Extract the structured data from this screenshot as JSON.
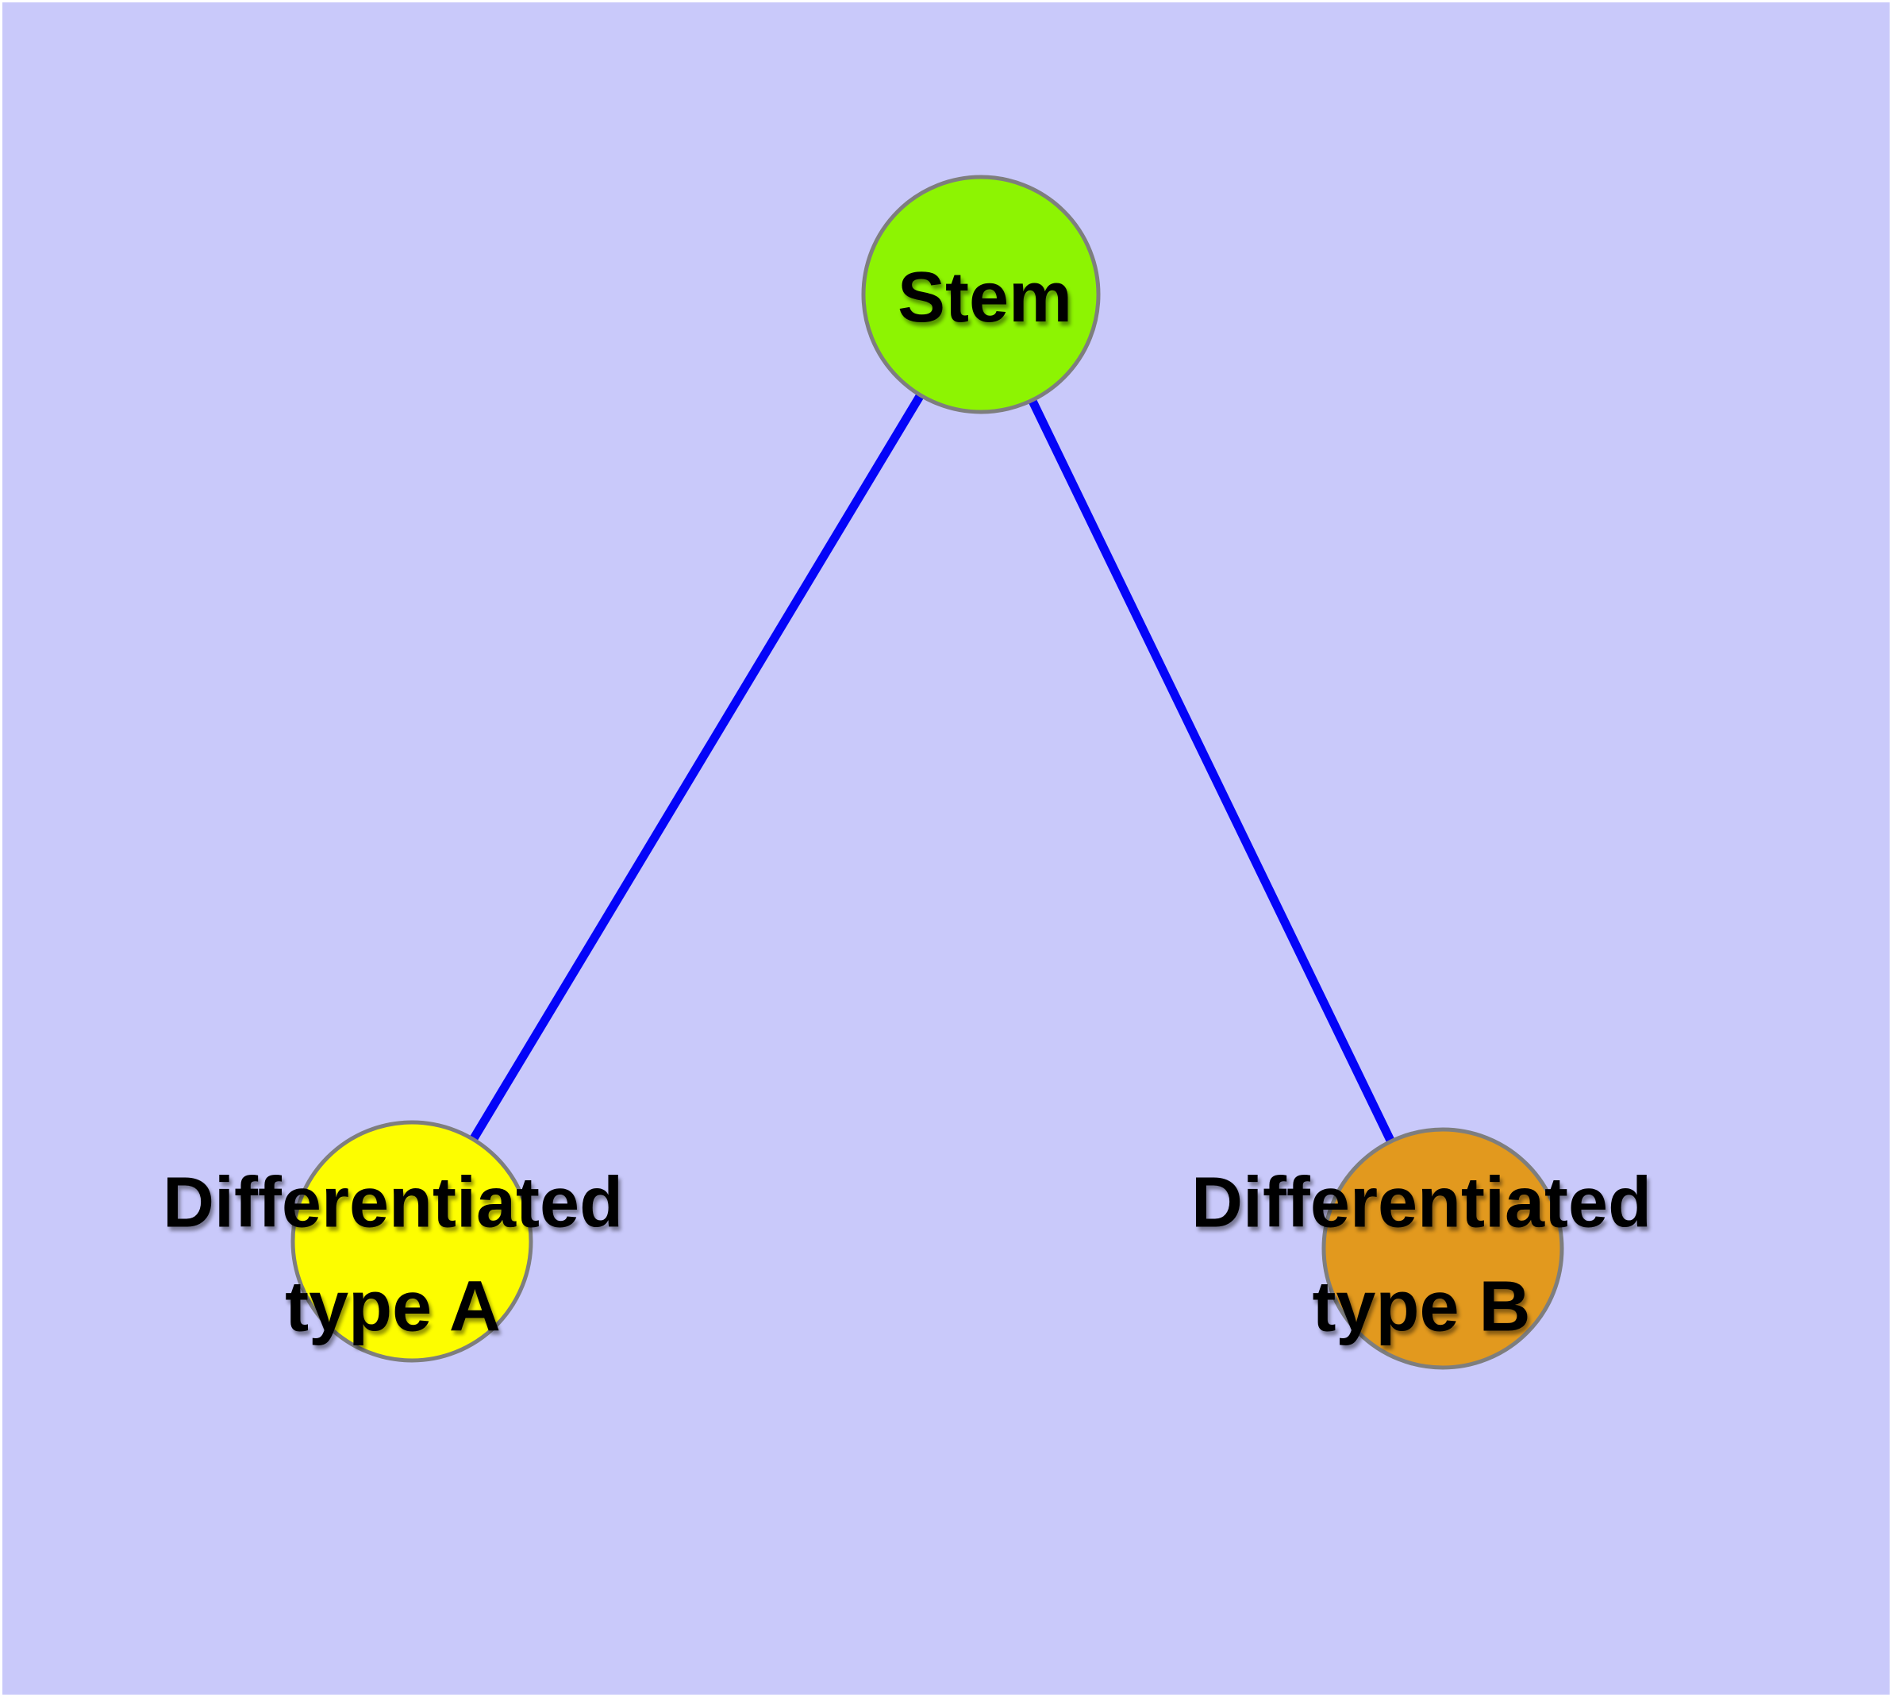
{
  "diagram": {
    "background_color": "#C9C9FA",
    "frame_color": "#FFFFFF",
    "edge_color": "#0404F8",
    "node_border_color": "#7E7E7E",
    "label_color": "#000000",
    "nodes": [
      {
        "id": "stem",
        "label": "Stem",
        "color": "#8DF402"
      },
      {
        "id": "type-a",
        "label": "Differentiated\ntype A",
        "color": "#FDFD00"
      },
      {
        "id": "type-b",
        "label": "Differentiated\ntype B",
        "color": "#E2991E"
      }
    ],
    "edges": [
      {
        "from": "Stem",
        "to": "Differentiated type A"
      },
      {
        "from": "Stem",
        "to": "Differentiated type B"
      }
    ]
  }
}
